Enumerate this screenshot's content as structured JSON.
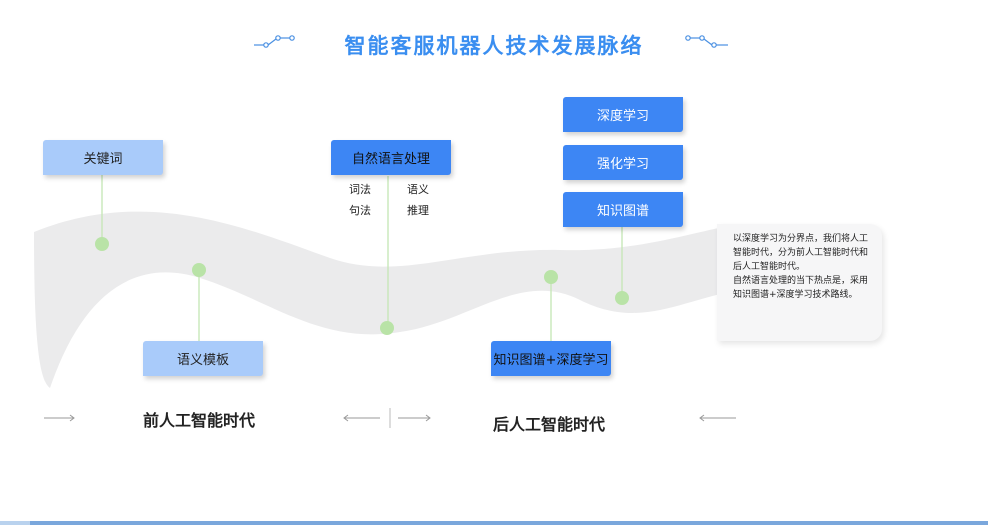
{
  "title": "智能客服机器人技术发展脉络",
  "nodes": {
    "keywords": "关键词",
    "semantic_template": "语义模板",
    "nlp": "自然语言处理",
    "kg_dl": "知识图谱+深度学习",
    "deep_learning": "深度学习",
    "reinforcement_learning": "强化学习",
    "knowledge_graph": "知识图谱"
  },
  "nlp_items": {
    "lexical": "词法",
    "semantic": "语义",
    "syntax": "句法",
    "reasoning": "推理"
  },
  "eras": {
    "pre_ai": "前人工智能时代",
    "post_ai": "后人工智能时代"
  },
  "note": {
    "line1": "以深度学习为分界点，我们将人工智能时代，分为前人工智能时代和后人工智能时代。",
    "line2": "自然语言处理的当下热点是，采用知识图谱+深度学习技术路线。"
  },
  "colors": {
    "title": "#3a8ef0",
    "light_box": "#a9cbfa",
    "dark_box": "#3d86f4",
    "dot": "#b9e3a7",
    "wave": "#ebebec"
  }
}
